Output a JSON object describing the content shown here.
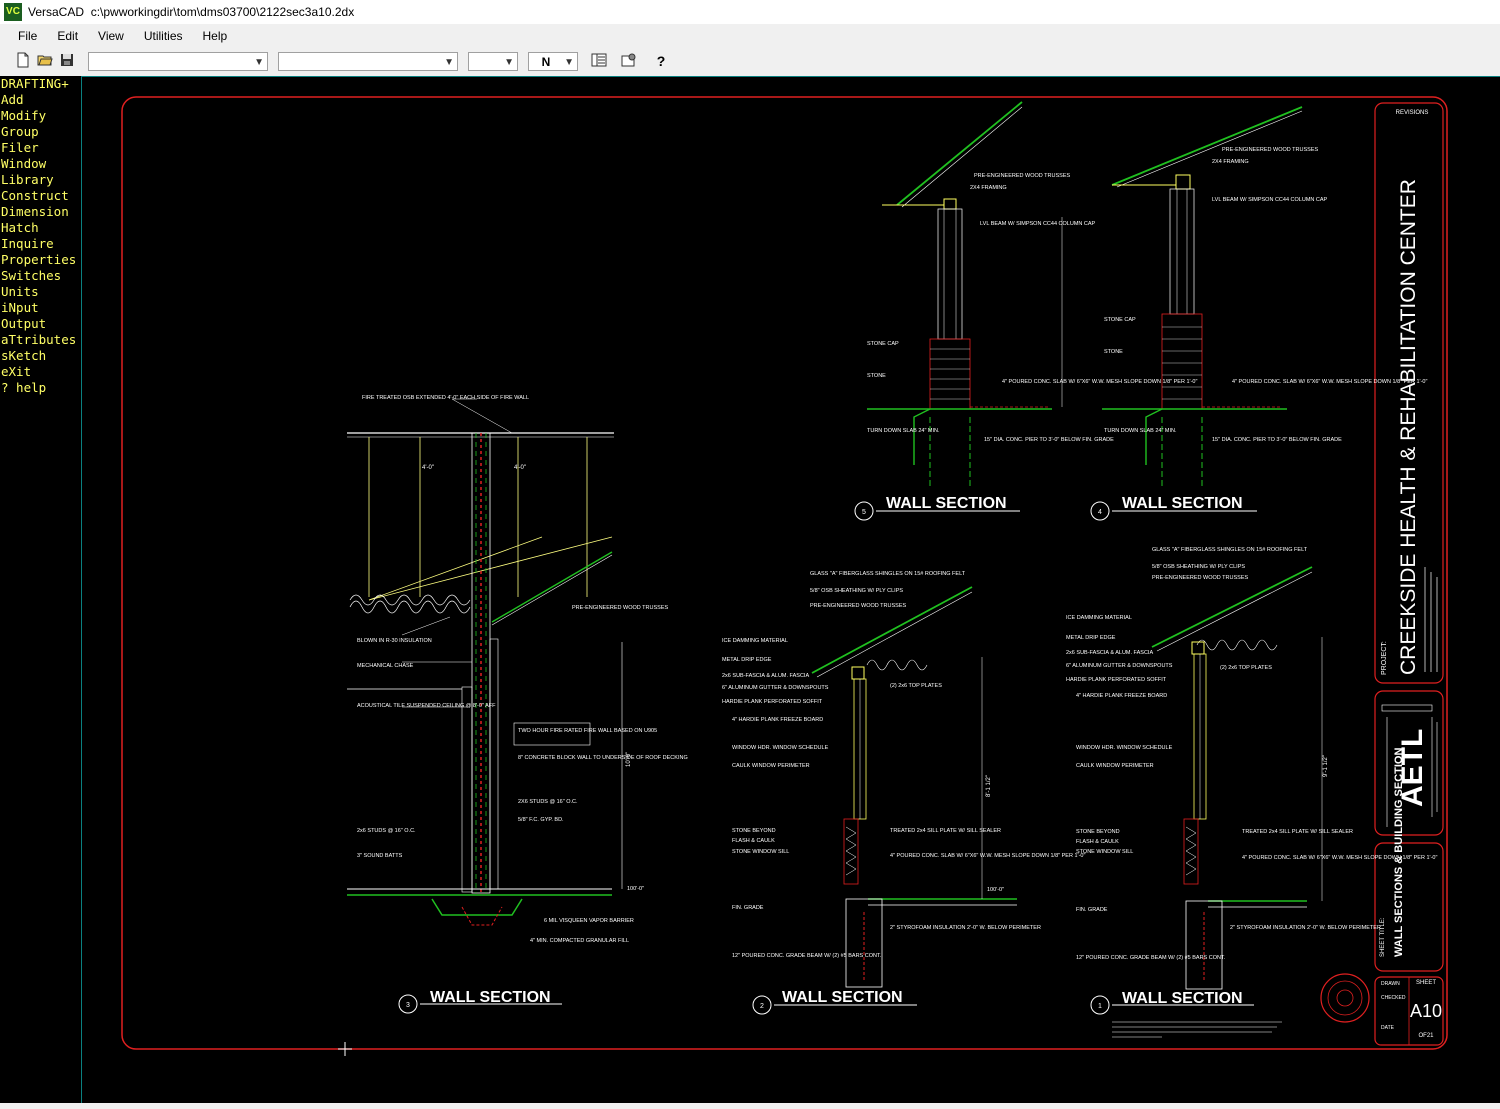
{
  "window": {
    "icon_text": "VC",
    "app_name": "VersaCAD",
    "file_path": "c:\\pwworkingdir\\tom\\dms03700\\2122sec3a10.2dx"
  },
  "menu": [
    "File",
    "Edit",
    "View",
    "Utilities",
    "Help"
  ],
  "toolbar": {
    "combo1_value": "",
    "combo2_value": "",
    "combo3_value": "",
    "pen_value": "N",
    "icons": [
      "new-file-icon",
      "open-folder-icon",
      "save-icon",
      "layer-view-icon",
      "properties-icon",
      "help-icon"
    ]
  },
  "sidebar_menu": [
    "DRAFTING+",
    "Add",
    "Modify",
    "Group",
    "Filer",
    "Window",
    "Library",
    "Construct",
    "Dimension",
    "Hatch",
    "Inquire",
    "Properties",
    "Switches",
    "Units",
    "iNput",
    "Output",
    "aTtributes",
    "sKetch",
    "eXit",
    "? help"
  ],
  "drawing": {
    "project_title": "CREEKSIDE HEALTH & REHABILITATION CENTER",
    "project_label": "PROJECT:",
    "revisions_label": "REVISIONS",
    "sheet_title_label": "SHEET TITLE:",
    "sheet_title": "WALL SECTIONS & BUILDING SECTION",
    "firm_initials": "AETL",
    "sheet_label": "SHEET",
    "sheet_number": "A10",
    "sheet_of": "OF21",
    "block_labels": [
      "DRAWN",
      "CHECKED",
      "DATE"
    ],
    "sections": [
      {
        "number": "5",
        "title": "WALL SECTION"
      },
      {
        "number": "4",
        "title": "WALL SECTION"
      },
      {
        "number": "3",
        "title": "WALL SECTION"
      },
      {
        "number": "2",
        "title": "WALL SECTION"
      },
      {
        "number": "1",
        "title": "WALL SECTION"
      }
    ],
    "notes": {
      "fire_wall": "FIRE TREATED OSB EXTENDED 4'-0\" EACH SIDE OF FIRE WALL",
      "trusses": "PRE-ENGINEERED WOOD TRUSSES",
      "framing": "2X4 FRAMING",
      "lvl_beam": "LVL BEAM W/ SIMPSON CC44 COLUMN CAP",
      "stone_cap": "STONE CAP",
      "stone": "STONE",
      "slab": "4\" POURED CONC. SLAB W/ 6\"X6\" W.W. MESH SLOPE DOWN 1/8\" PER 1'-0\"",
      "pier": "15\" DIA. CONC. PIER TO 3'-0\" BELOW FIN. GRADE",
      "turn_down": "TURN DOWN SLAB 24\" MIN.",
      "blown_in": "BLOWN IN R-30 INSULATION",
      "mech_chase": "MECHANICAL CHASE",
      "acoustical": "ACOUSTICAL TILE SUSPENDED CEILING @ 8'-0\" AFF",
      "two_hr": "TWO HOUR FIRE RATED FIRE WALL BASED ON U905",
      "conc_block": "8\" CONCRETE BLOCK WALL TO UNDERSIDE OF ROOF DECKING",
      "studs": "2X6 STUDS @ 16\" O.C.",
      "gyp": "5/8\" F.C. GYP. BD.",
      "batts": "3\" SOUND BATTS",
      "vapor": "6 MIL VISQUEEN VAPOR BARRIER",
      "fill": "4\" MIN. COMPACTED GRANULAR FILL",
      "shingles": "GLASS \"A\" FIBERGLASS SHINGLES ON 15# ROOFING FELT",
      "osb": "5/8\" OSB SHEATHING W/ PLY CLIPS",
      "ice": "ICE DAMMING MATERIAL",
      "drip": "METAL DRIP EDGE",
      "fascia": "2x6 SUB-FASCIA & ALUM. FASCIA",
      "gutter": "6\" ALUMINUM GUTTER & DOWNSPOUTS",
      "soffit": "HARDIE PLANK PERFORATED SOFFIT",
      "freeze": "4\" HARDIE PLANK FREEZE BOARD",
      "window_hdr": "WINDOW HDR. WINDOW SCHEDULE",
      "caulk": "CAULK WINDOW PERIMETER",
      "stone_beyond": "STONE BEYOND",
      "flash": "FLASH & CAULK",
      "sill": "STONE WINDOW SILL",
      "grade": "FIN. GRADE",
      "grade_beam": "12\" POURED CONC. GRADE BEAM W/ (2) #5 BARS CONT.",
      "styro": "2\" STYROFOAM INSULATION 2'-0\" W. BELOW PERIMETER",
      "treated": "TREATED 2x4 SILL PLATE W/ SILL SEALER",
      "top_plates": "(2) 2x6 TOP PLATES",
      "stud2": "2x6 STUDS @ 16\" O.C."
    },
    "dims": [
      "4'-0\"",
      "4'-0\"",
      "100'-0\"",
      "9'-1 1/2\"",
      "8'-1 1/2\"",
      "10'-0\""
    ]
  }
}
